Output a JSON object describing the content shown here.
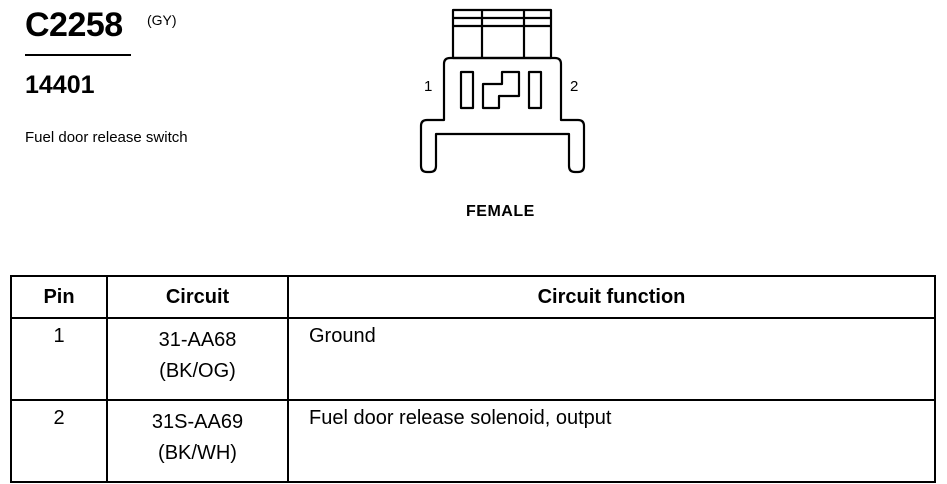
{
  "header": {
    "connector_id": "C2258",
    "connector_color": "(GY)",
    "part_number": "14401",
    "description": "Fuel door release switch"
  },
  "diagram": {
    "pin_left": "1",
    "pin_right": "2",
    "gender": "FEMALE"
  },
  "table": {
    "headers": [
      "Pin",
      "Circuit",
      "Circuit function"
    ],
    "rows": [
      {
        "pin": "1",
        "circuit": "31-AA68",
        "wire": "(BK/OG)",
        "function": "Ground"
      },
      {
        "pin": "2",
        "circuit": "31S-AA69",
        "wire": "(BK/WH)",
        "function": "Fuel door release solenoid, output"
      }
    ]
  }
}
